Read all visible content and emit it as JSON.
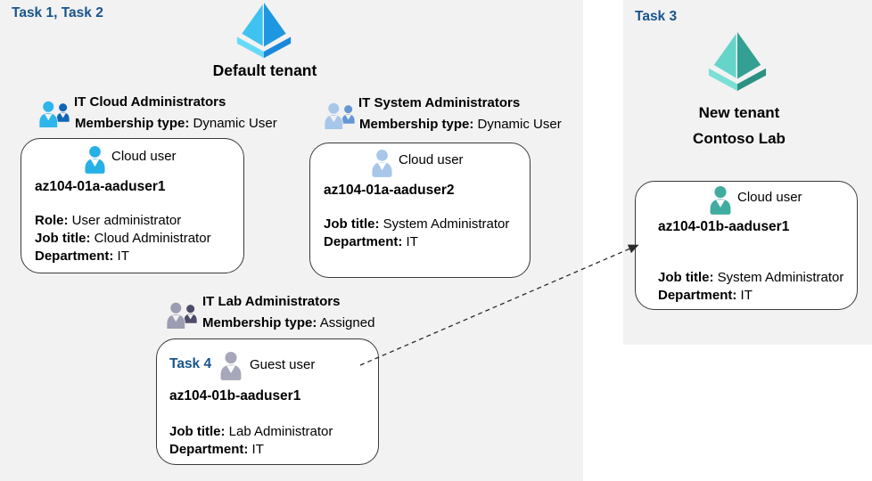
{
  "colors": {
    "panel_bg": "#f2f2f2",
    "task_label_color": "#17548c",
    "blue_tenant_icon": {
      "face_left": "#3ec2f0",
      "face_right": "#1f97e0",
      "rim_left": "#67daf8",
      "rim_right": "#1988d9"
    },
    "teal_tenant_icon": {
      "face_left": "#65d5c9",
      "face_right": "#33a093",
      "rim_left": "#7adfd5",
      "rim_right": "#2b9183"
    },
    "group_icon_cloud": {
      "front": "#2eb5ec",
      "back": "#1065b6"
    },
    "group_icon_system": {
      "front": "#a7c7ea",
      "back": "#6597d2"
    },
    "group_icon_lab": {
      "front": "#9c9cb2",
      "back": "#4c4c6a"
    },
    "user_icon_cloud1": "#27b0e5",
    "user_icon_cloud2": "#a7c7ea",
    "user_icon_guest": "#a7a7bb",
    "user_icon_new_tenant": "#40aca0"
  },
  "default_tenant": {
    "task_label": "Task 1, Task 2",
    "name": "Default tenant",
    "groups": [
      {
        "name": "IT Cloud Administrators",
        "membership_label": "Membership type:",
        "membership_value": "Dynamic User"
      },
      {
        "name": "IT System Administrators",
        "membership_label": "Membership type:",
        "membership_value": "Dynamic User"
      },
      {
        "name": "IT Lab Administrators",
        "membership_label": "Membership type:",
        "membership_value": "Assigned"
      }
    ],
    "users": [
      {
        "type_label": "Cloud user",
        "name": "az104-01a-aaduser1",
        "role_label": "Role:",
        "role_value": "User administrator",
        "job_label": "Job title:",
        "job_value": "Cloud Administrator",
        "dept_label": "Department:",
        "dept_value": "IT"
      },
      {
        "type_label": "Cloud user",
        "name": "az104-01a-aaduser2",
        "job_label": "Job title:",
        "job_value": "System Administrator",
        "dept_label": "Department:",
        "dept_value": "IT"
      },
      {
        "task_label": "Task 4",
        "type_label": "Guest user",
        "name": "az104-01b-aaduser1",
        "job_label": "Job title:",
        "job_value": "Lab Administrator",
        "dept_label": "Department:",
        "dept_value": "IT"
      }
    ]
  },
  "new_tenant": {
    "task_label": "Task 3",
    "name_line1": "New tenant",
    "name_line2": "Contoso Lab",
    "user": {
      "type_label": "Cloud user",
      "name": "az104-01b-aaduser1",
      "job_label": "Job title:",
      "job_value": "System Administrator",
      "dept_label": "Department:",
      "dept_value": "IT"
    }
  }
}
